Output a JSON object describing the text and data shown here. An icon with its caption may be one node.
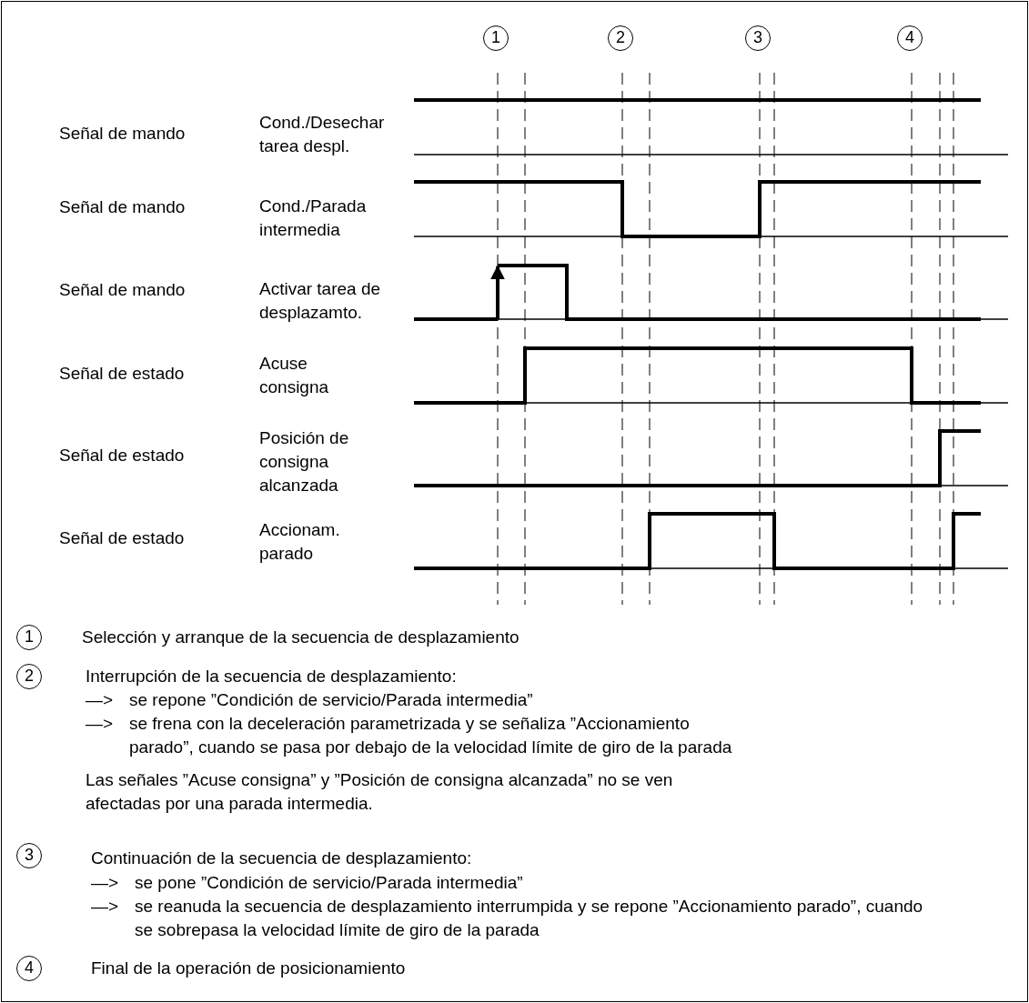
{
  "diagram": {
    "labels": [
      "1",
      "2",
      "3",
      "4",
      "Señal de mando",
      "Cond./Desechar tarea despl.",
      "Señal de mando",
      "Cond./Parada intermedia",
      "Señal de mando",
      "Activar tarea de desplazamto.",
      "Señal de estado",
      "Acuse consigna",
      "Señal de estado",
      "Posición  de consigna alcanzada",
      "Señal de estado",
      "Accionam. parado",
      "1",
      "Selección y arranque de la secuencia de desplazamiento",
      "2",
      "Interrupción de la secuencia de desplazamiento:",
      "—>",
      "se repone ”Condición de servicio/Parada intermedia”",
      "—>",
      "se frena con la deceleración parametrizada y se señaliza ”Accionamiento parado”, cuando se pasa por debajo de la velocidad límite de giro de la parada",
      "Las señales ”Acuse consigna” y ”Posición de consigna alcanzada” no se ven afectadas por una parada intermedia.",
      "3",
      "Continuación de la secuencia de desplazamiento:",
      "—>",
      "se pone ”Condición de servicio/Parada intermedia”",
      "—>",
      "se reanuda la secuencia de desplazamiento interrumpida y se repone ”Accionamiento parado”, cuando se sobrepasa la velocidad límite de giro de la parada",
      "4",
      "Final de la operación de posicionamiento"
    ]
  }
}
